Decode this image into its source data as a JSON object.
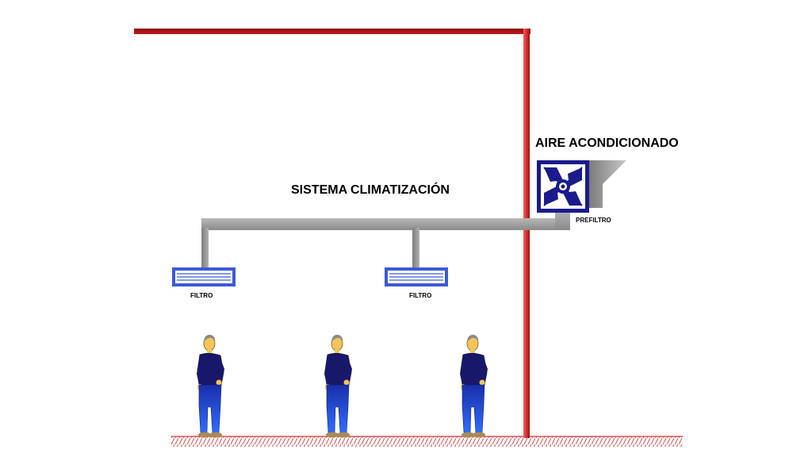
{
  "labels": {
    "ac_title": "AIRE ACONDICIONADO",
    "system_title": "SISTEMA CLIMATIZACIÓN",
    "prefilter": "PREFILTRO",
    "filter_left": "FILTRO",
    "filter_middle": "FILTRO"
  },
  "colors": {
    "wall": "#b01818",
    "duct": "#9a9a9a",
    "ac_unit": "#1a1a8c",
    "filter": "#3a5ad8",
    "worker_shirt": "#18186a",
    "worker_pants": "#1f45d6",
    "worker_skin": "#f2c45a",
    "floor_hatch": "#d85050"
  },
  "icons": {
    "ac_unit": "ac-fan-unit-icon",
    "worker": "person-icon"
  }
}
